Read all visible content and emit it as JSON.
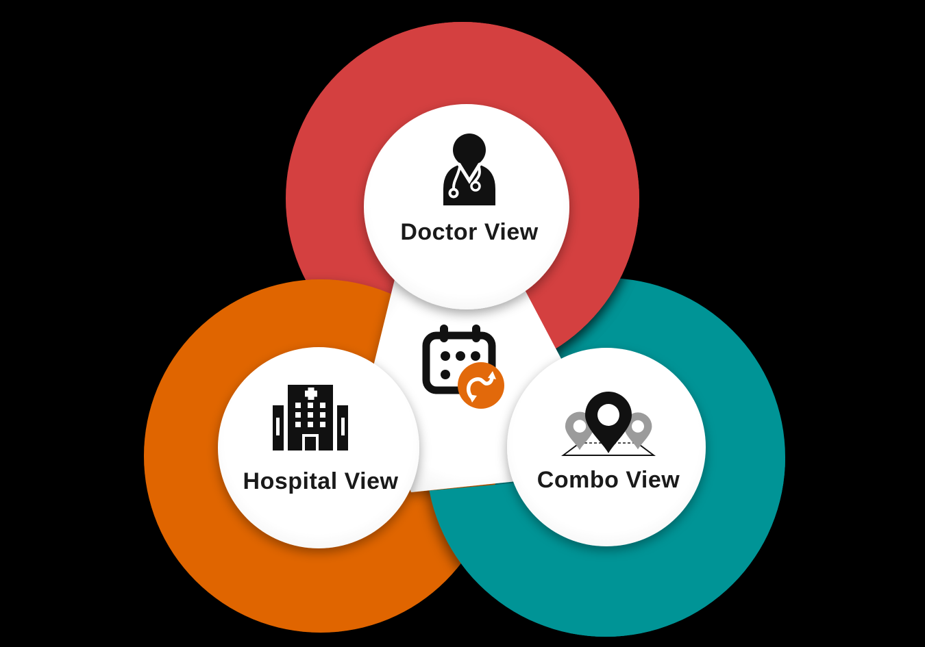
{
  "background_color": "#000000",
  "diagram": {
    "type": "three-ring-interlocked-venn-infographic",
    "nodes": [
      {
        "id": "doctor",
        "label": "Doctor View",
        "color": "#D43F40",
        "icon": "doctor-icon"
      },
      {
        "id": "hospital",
        "label": "Hospital View",
        "color": "#E06506",
        "icon": "hospital-building-icon"
      },
      {
        "id": "combo",
        "label": "Combo View",
        "color": "#009496",
        "icon": "map-pins-icon"
      }
    ],
    "center": {
      "icon": "calendar-icon",
      "badge_icon": "sync-swap-arrows-icon",
      "badge_color": "#E2690B"
    },
    "colors": {
      "inner_circle": "#FFFFFF",
      "icon_black": "#111111",
      "label_text": "#1A1A1A",
      "pin_gray": "#9B9B9B"
    }
  }
}
